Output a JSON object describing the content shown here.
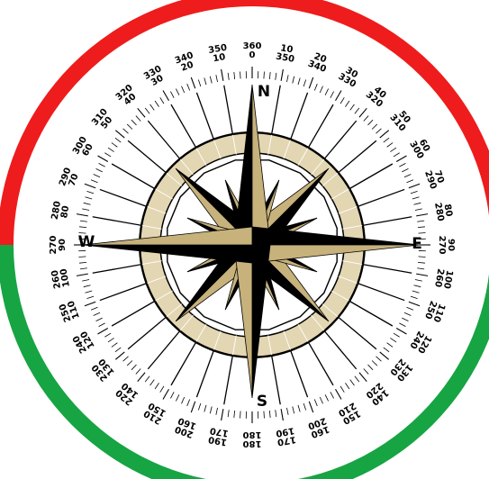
{
  "colors": {
    "upper_band": "#ee1c1c",
    "lower_band": "#17a443",
    "ring_fill": "#e3d6b2",
    "star_gold": "#c7b27c",
    "star_black": "#000000",
    "ink": "#000000"
  },
  "cardinals": {
    "north": "N",
    "east": "E",
    "south": "S",
    "west": "W"
  },
  "bearings": [
    {
      "a": 0,
      "top": "360",
      "bottom": "0"
    },
    {
      "a": 10,
      "top": "10",
      "bottom": "350"
    },
    {
      "a": 20,
      "top": "20",
      "bottom": "340"
    },
    {
      "a": 30,
      "top": "30",
      "bottom": "330"
    },
    {
      "a": 40,
      "top": "40",
      "bottom": "320"
    },
    {
      "a": 50,
      "top": "50",
      "bottom": "310"
    },
    {
      "a": 60,
      "top": "60",
      "bottom": "300"
    },
    {
      "a": 70,
      "top": "70",
      "bottom": "290"
    },
    {
      "a": 80,
      "top": "80",
      "bottom": "280"
    },
    {
      "a": 90,
      "top": "90",
      "bottom": "270"
    },
    {
      "a": 100,
      "top": "100",
      "bottom": "260"
    },
    {
      "a": 110,
      "top": "110",
      "bottom": "250"
    },
    {
      "a": 120,
      "top": "120",
      "bottom": "240"
    },
    {
      "a": 130,
      "top": "130",
      "bottom": "230"
    },
    {
      "a": 140,
      "top": "140",
      "bottom": "220"
    },
    {
      "a": 150,
      "top": "150",
      "bottom": "210"
    },
    {
      "a": 160,
      "top": "160",
      "bottom": "200"
    },
    {
      "a": 170,
      "top": "170",
      "bottom": "190"
    },
    {
      "a": 180,
      "top": "180",
      "bottom": "180"
    },
    {
      "a": 190,
      "top": "190",
      "bottom": "170"
    },
    {
      "a": 200,
      "top": "200",
      "bottom": "160"
    },
    {
      "a": 210,
      "top": "210",
      "bottom": "150"
    },
    {
      "a": 220,
      "top": "220",
      "bottom": "140"
    },
    {
      "a": 230,
      "top": "230",
      "bottom": "130"
    },
    {
      "a": 240,
      "top": "240",
      "bottom": "120"
    },
    {
      "a": 250,
      "top": "250",
      "bottom": "110"
    },
    {
      "a": 260,
      "top": "260",
      "bottom": "100"
    },
    {
      "a": 270,
      "top": "270",
      "bottom": "90"
    },
    {
      "a": 280,
      "top": "280",
      "bottom": "80"
    },
    {
      "a": 290,
      "top": "290",
      "bottom": "70"
    },
    {
      "a": 300,
      "top": "300",
      "bottom": "60"
    },
    {
      "a": 310,
      "top": "310",
      "bottom": "50"
    },
    {
      "a": 320,
      "top": "320",
      "bottom": "40"
    },
    {
      "a": 330,
      "top": "330",
      "bottom": "30"
    },
    {
      "a": 340,
      "top": "340",
      "bottom": "20"
    },
    {
      "a": 350,
      "top": "350",
      "bottom": "10"
    }
  ]
}
